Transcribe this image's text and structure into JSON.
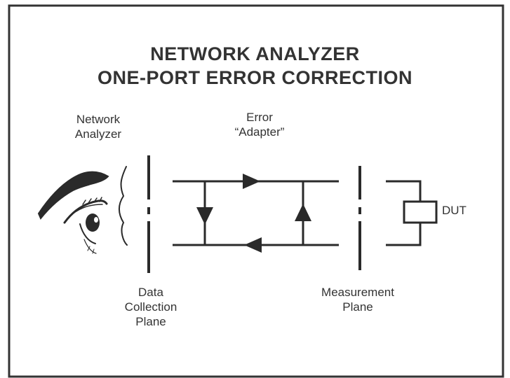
{
  "title": {
    "line1": "NETWORK ANALYZER",
    "line2": "ONE-PORT ERROR CORRECTION"
  },
  "labels": {
    "network_analyzer": [
      "Network",
      "Analyzer"
    ],
    "error_adapter": [
      "Error",
      "“Adapter”"
    ],
    "data_collection_plane": [
      "Data",
      "Collection",
      "Plane"
    ],
    "measurement_plane": [
      "Measurement",
      "Plane"
    ],
    "dut": "DUT"
  },
  "colors": {
    "ink": "#2a2a2a",
    "border": "#333333"
  },
  "icons": {
    "observer": "eye-icon"
  }
}
